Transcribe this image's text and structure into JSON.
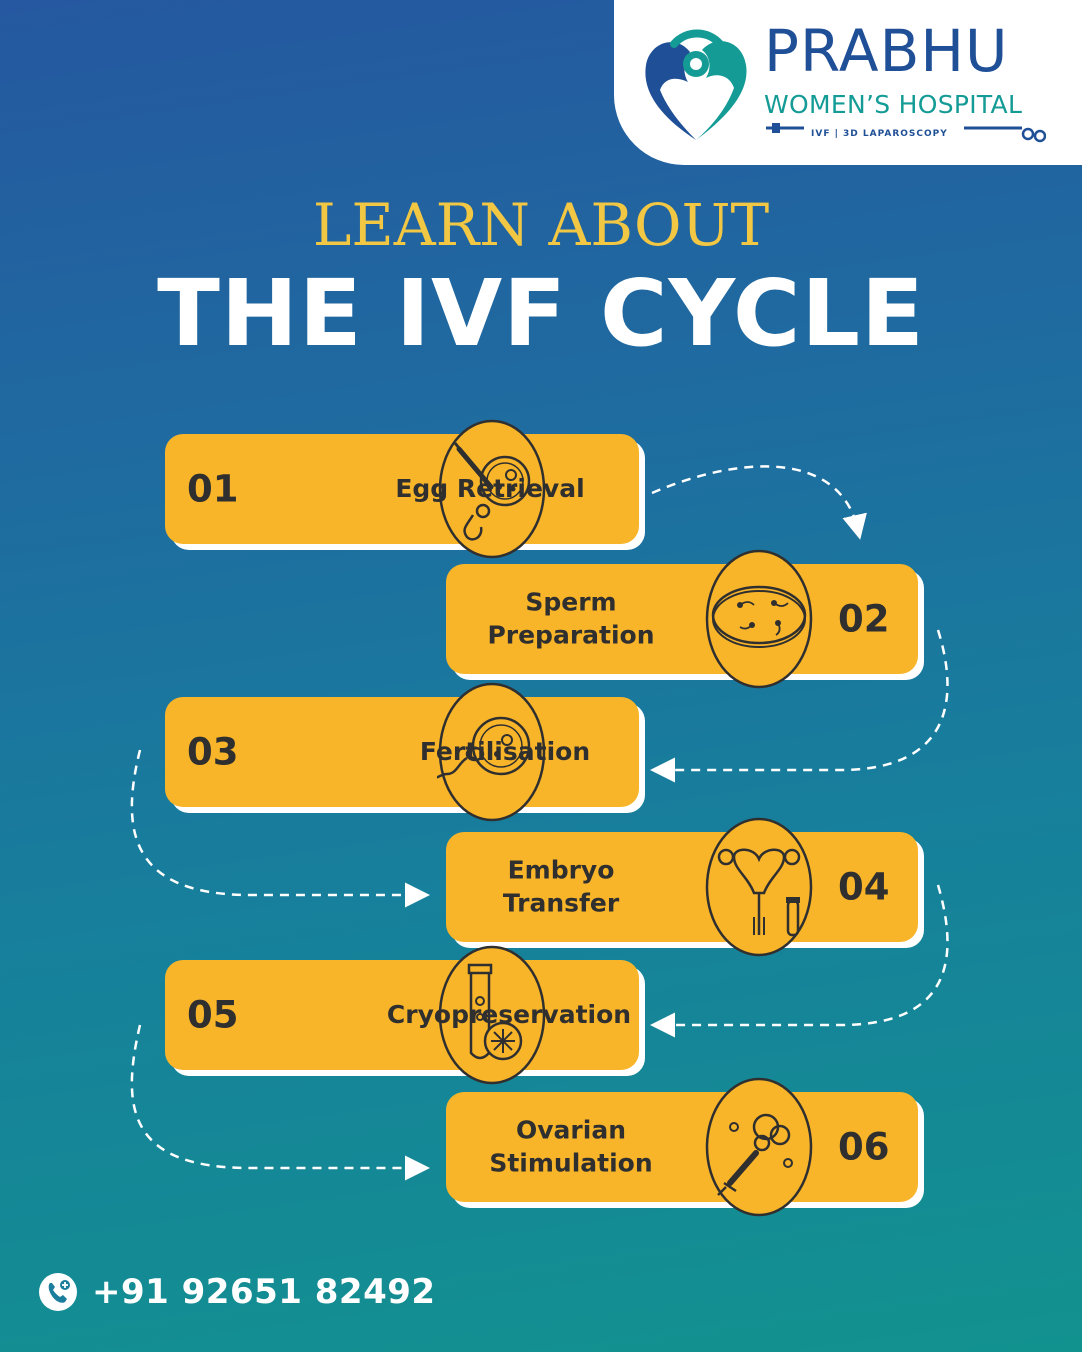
{
  "brand": {
    "name": "PRABHU",
    "subname": "WOMEN’S HOSPITAL",
    "tagline": "IVF | 3D LAPAROSCOPY",
    "colors": {
      "navy": "#1f4f96",
      "teal": "#149b95"
    }
  },
  "heading": {
    "sub": "LEARN ABOUT",
    "main": "THE IVF CYCLE"
  },
  "steps": [
    {
      "number": "01",
      "label": "Egg Retrieval",
      "icon": "egg-retrieval-icon"
    },
    {
      "number": "02",
      "label": "Sperm Preparation",
      "label_lines": [
        "Sperm",
        "Preparation"
      ],
      "icon": "petri-dish-sperm-icon"
    },
    {
      "number": "03",
      "label": "Fertilisation",
      "icon": "fertilisation-icon"
    },
    {
      "number": "04",
      "label": "Embryo Transfer",
      "label_lines": [
        "Embryo",
        "Transfer"
      ],
      "icon": "uterus-catheter-icon"
    },
    {
      "number": "05",
      "label": "Cryopreservation",
      "icon": "cryo-tube-icon"
    },
    {
      "number": "06",
      "label": "Ovarian Stimulation",
      "label_lines": [
        "Ovarian",
        "Stimulation"
      ],
      "icon": "syringe-follicles-icon"
    }
  ],
  "colors": {
    "card": "#f9b52a",
    "card_shadow": "#ffffff",
    "heading_sub": "#f2c744",
    "heading_main": "#ffffff",
    "text_dark": "#2f2f2f"
  },
  "footer": {
    "phone": "+91 92651 82492",
    "phone_icon": "phone-icon"
  }
}
